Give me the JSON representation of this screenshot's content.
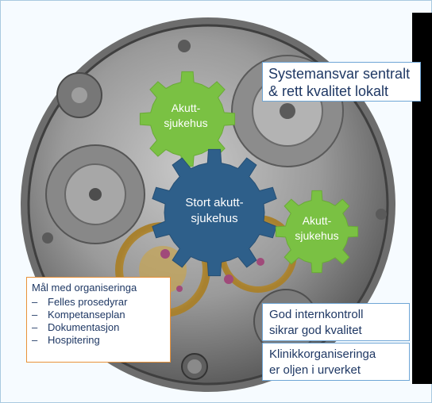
{
  "gears": {
    "top_left": {
      "line1": "Akutt-",
      "line2": "sjukehus",
      "color": "#7ac143"
    },
    "center": {
      "line1": "Stort akutt-",
      "line2": "sjukehus",
      "color": "#2e5f8a"
    },
    "right": {
      "line1": "Akutt-",
      "line2": "sjukehus",
      "color": "#7ac143"
    }
  },
  "boxes": {
    "system": {
      "line1": "Systemansvar sentralt",
      "line2": "& rett kvalitet lokalt"
    },
    "internal": {
      "line1": "God internkontroll",
      "line2": "sikrar god kvalitet"
    },
    "klinikk": {
      "line1": "Klinikkorganiseringa",
      "line2": "er oljen i urverket"
    },
    "goals": {
      "title": "Mål med organiseringa",
      "items": [
        "Felles prosedyrar",
        "Kompetanseplan",
        "Dokumentasjon",
        "Hospitering"
      ]
    }
  },
  "colors": {
    "border_blue": "#6fa6d6",
    "border_orange": "#e9923a",
    "text_blue": "#1f3864"
  }
}
